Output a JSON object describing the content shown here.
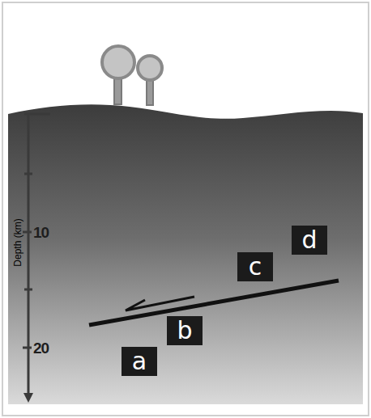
{
  "diagram": {
    "nodes": [
      {
        "text": [
          "d"
        ]
      },
      {
        "text": [
          "c"
        ]
      },
      {
        "text": [
          "b"
        ]
      },
      {
        "text": [
          "a"
        ]
      }
    ],
    "labels": [
      "Depth (km)",
      "10",
      "20"
    ]
  }
}
